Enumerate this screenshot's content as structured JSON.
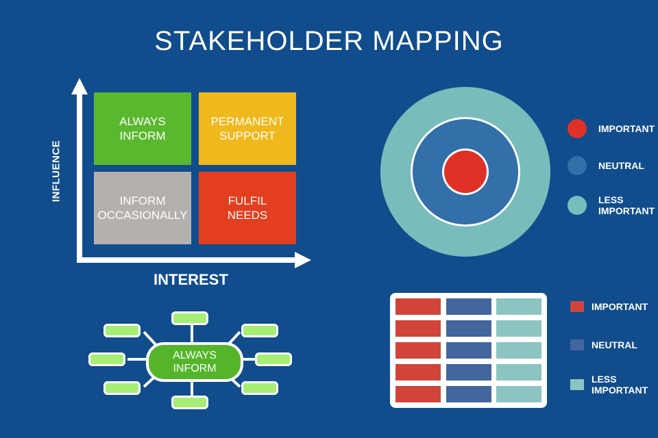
{
  "title": "STAKEHOLDER MAPPING",
  "matrix": {
    "x_axis_label": "INTEREST",
    "y_axis_label": "INFLUENCE",
    "quadrants": [
      {
        "label": "ALWAYS\nINFORM",
        "color": "#5ab82e"
      },
      {
        "label": "PERMANENT\nSUPPORT",
        "color": "#efb81c"
      },
      {
        "label": "INFORM\nOCCASIONALLY",
        "color": "#b4b0ae"
      },
      {
        "label": "FULFIL\nNEEDS",
        "color": "#e23e1f"
      }
    ]
  },
  "target": {
    "colors": {
      "outer": "#78bcbc",
      "middle": "#336fa8",
      "inner": "#df3128",
      "divider": "#ffffff"
    },
    "legend": [
      {
        "label": "IMPORTANT",
        "color": "#df3128"
      },
      {
        "label": "NEUTRAL",
        "color": "#336fa8"
      },
      {
        "label": "LESS\nIMPORTANT",
        "color": "#78bcbc"
      }
    ]
  },
  "mindmap": {
    "center_label": "ALWAYS\nINFORM",
    "center_color": "#54b52a",
    "node_color": "#a6ee76"
  },
  "table_icon": {
    "column_colors": [
      "#d0443a",
      "#42669d",
      "#8cc4c1"
    ],
    "legend": [
      {
        "label": "IMPORTANT",
        "color": "#d0443a"
      },
      {
        "label": "NEUTRAL",
        "color": "#42669d"
      },
      {
        "label": "LESS\nIMPORTANT",
        "color": "#8cc4c1"
      }
    ]
  }
}
